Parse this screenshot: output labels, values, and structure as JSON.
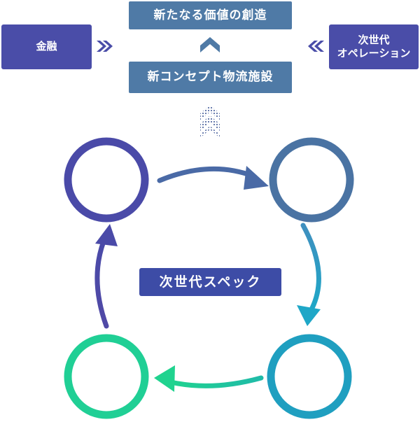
{
  "top": {
    "value_creation": "新たなる価値の創造",
    "concept_facility": "新コンセプト物流施設"
  },
  "side": {
    "finance": "金融",
    "next_ops_line1": "次世代",
    "next_ops_line2": "オペレーション"
  },
  "center": {
    "spec_label": "次世代スペック"
  },
  "colors": {
    "steel_box": "#4f7aa6",
    "indigo_box": "#4a4da8",
    "spec_box": "#3d4ca6",
    "ring_top_left": "#4a4aa8",
    "ring_top_right": "#4a73a3",
    "ring_bottom_right": "#1f9fc0",
    "ring_bottom_left": "#20cf95"
  },
  "icons": {
    "double_right": "double-chevron-right-icon",
    "double_left": "double-chevron-left-icon",
    "up": "chevron-up-icon",
    "dotted_up": "dotted-chevron-up-icon"
  }
}
